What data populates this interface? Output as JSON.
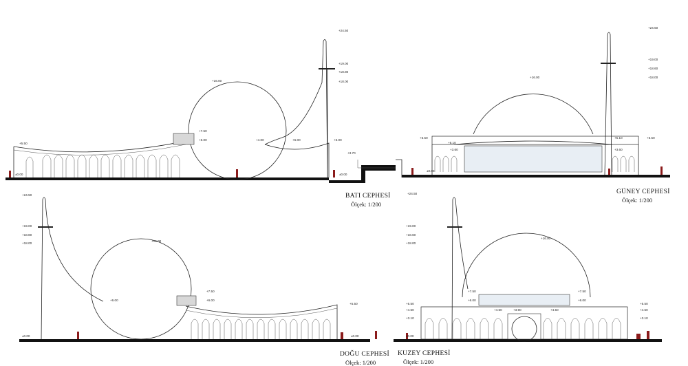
{
  "panels": [
    {
      "id": "bati",
      "title": "BATI CEPHESİ",
      "scale": "Ölçek: 1/200"
    },
    {
      "id": "guney",
      "title": "GÜNEY CEPHESİ",
      "scale": "Ölçek: 1/200"
    },
    {
      "id": "dogu",
      "title": "DOĞU CEPHESİ",
      "scale": "Ölçek: 1/200"
    },
    {
      "id": "kuzey",
      "title": "KUZEY CEPHESİ",
      "scale": "Ölçek: 1/200"
    }
  ],
  "levels": {
    "bati": [
      "+24.50",
      "+19.00",
      "+18.80",
      "+18.00",
      "+16.00",
      "+7.50",
      "+5.50",
      "+6.00",
      "+4.00",
      "+6.00",
      "+6.00",
      "+3.70",
      "±0.00",
      "±0.00"
    ],
    "guney": [
      "+24.50",
      "+19.00",
      "+18.60",
      "+18.00",
      "+16.00",
      "+5.50",
      "+5.10",
      "+3.60",
      "+5.10",
      "+3.60",
      "+5.50",
      "±0.00"
    ],
    "dogu": [
      "+24.50",
      "+19.00",
      "+18.80",
      "+18.00",
      "+16.00",
      "+7.50",
      "+6.00",
      "+6.00",
      "+5.50",
      "±0.00",
      "±0.00"
    ],
    "kuzey": [
      "+19.00",
      "+18.60",
      "+18.00",
      "+16.00",
      "+7.50",
      "+6.00",
      "+7.50",
      "+6.00",
      "+5.50",
      "+4.50",
      "+3.10",
      "+4.50",
      "+3.90",
      "+4.50",
      "+5.50",
      "+4.50",
      "+3.10",
      "±0.00"
    ]
  }
}
